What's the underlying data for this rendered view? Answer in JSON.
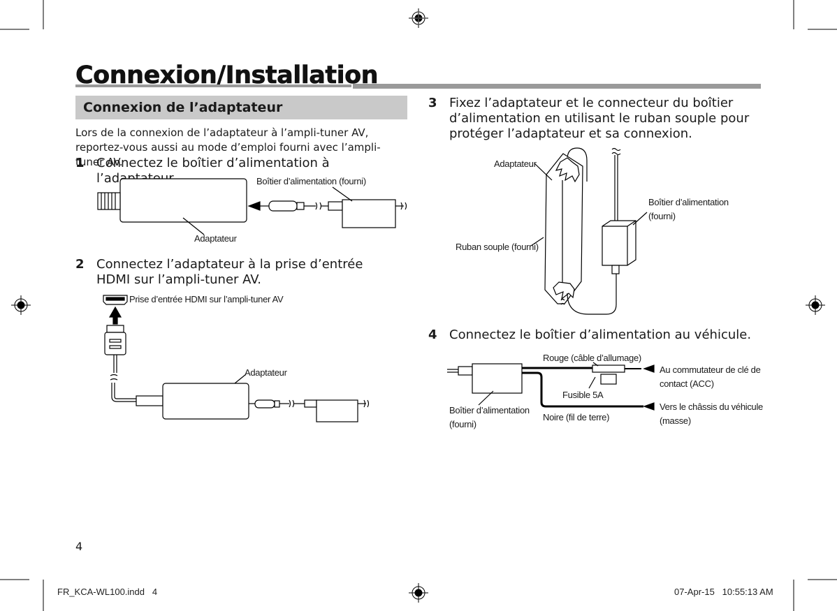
{
  "page": {
    "title": "Connexion/Installation",
    "section_title": "Connexion de l’adaptateur",
    "intro": "Lors de la connexion de l’adaptateur à l’ampli-tuner AV, reportez-vous aussi au mode d’emploi fourni avec l’ampli-tuner AV.",
    "page_number": "4"
  },
  "steps": [
    {
      "num": "1",
      "text": "Connectez le boîtier d’alimentation à l’adaptateur."
    },
    {
      "num": "2",
      "text": "Connectez l’adaptateur à la prise d’entrée HDMI sur l’ampli-tuner AV."
    },
    {
      "num": "3",
      "text": "Fixez l’adaptateur et le connecteur du boîtier d’alimentation en utilisant le ruban souple pour protéger l’adaptateur et sa connexion."
    },
    {
      "num": "4",
      "text": "Connectez le boîtier d’alimentation au véhicule."
    }
  ],
  "fig1": {
    "power_box": "Boîtier d’alimentation (fourni)",
    "adapter": "Adaptateur"
  },
  "fig2": {
    "hdmi_input": "Prise d’entrée HDMI sur l’ampli-tuner AV",
    "adapter": "Adaptateur"
  },
  "fig3": {
    "adapter": "Adaptateur",
    "power_box_1": "Boîtier d’alimentation",
    "power_box_2": "(fourni)",
    "tape": "Ruban souple (fourni)"
  },
  "fig4": {
    "red": "Rouge (câble d’allumage)",
    "acc_1": "Au commutateur de clé de",
    "acc_2": "contact (ACC)",
    "fuse": "Fusible 5A",
    "power_box_1": "Boîtier d’alimentation",
    "power_box_2": "(fourni)",
    "black": "Noire (fil de terre)",
    "ground_1": "Vers le châssis du véhicule",
    "ground_2": "(masse)"
  },
  "slug": {
    "file": "FR_KCA-WL100.indd   4",
    "timestamp": "07-Apr-15   10:55:13 AM"
  }
}
